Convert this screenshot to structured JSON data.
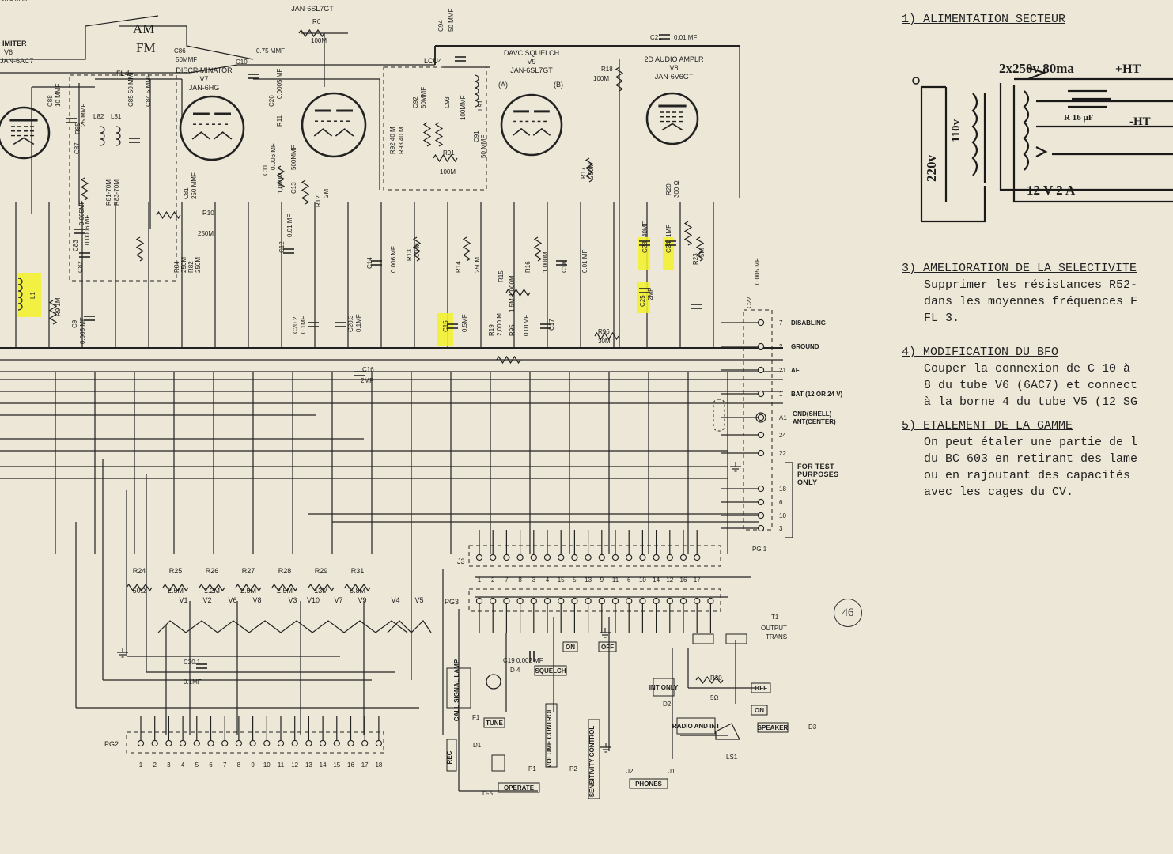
{
  "schematic": {
    "header": {
      "am": "AM",
      "fm": "FM",
      "limiter": [
        "IMITER",
        "V6",
        "JAN-6AC7"
      ],
      "discriminator": [
        "DISCRIMINATOR",
        "V7",
        "JAN-6HG"
      ],
      "tube_6sl7": "JAN-6SL7GT",
      "davc": [
        "DAVC SQUELCH",
        "V9",
        "JAN-6SL7GT"
      ],
      "audio": [
        "2D AUDIO AMPLR",
        "V8",
        "JAN-6V6GT"
      ],
      "fl4": "FL4",
      "lcu4": "LCU4"
    },
    "labels": [
      {
        "id": "c86",
        "t": "C86"
      },
      {
        "id": "c86v",
        "t": "50MMF"
      },
      {
        "id": "c10",
        "t": "C10"
      },
      {
        "id": "c10v",
        "t": "0.75 MMF"
      },
      {
        "id": "r6",
        "t": "R6"
      },
      {
        "id": "r6v",
        "t": "100M"
      },
      {
        "id": "c21",
        "t": "C21"
      },
      {
        "id": "c21v",
        "t": "0.01 MF"
      },
      {
        "id": "r18",
        "t": "R18"
      },
      {
        "id": "r18v",
        "t": "100M"
      },
      {
        "id": "c94",
        "t": "C94"
      },
      {
        "id": "c94v",
        "t": "50 MMF"
      },
      {
        "id": "c88",
        "t": "C88"
      },
      {
        "id": "c88v",
        "t": "10 MMF"
      },
      {
        "id": "r85",
        "t": "R85"
      },
      {
        "id": "l82",
        "t": "L82"
      },
      {
        "id": "l81",
        "t": "L81"
      },
      {
        "id": "c85",
        "t": "C85 50 MMF"
      },
      {
        "id": "c84",
        "t": "C84 5 MMF"
      },
      {
        "id": "c87",
        "t": "C87"
      },
      {
        "id": "c87v",
        "t": "25 MMF"
      },
      {
        "id": "r81",
        "t": "R81-70M"
      },
      {
        "id": "r83",
        "t": "R83-70M"
      },
      {
        "id": "c81",
        "t": "C81"
      },
      {
        "id": "c81v",
        "t": "250 MMF"
      },
      {
        "id": "r10",
        "t": "R10"
      },
      {
        "id": "r10v",
        "t": "250M"
      },
      {
        "id": "r84",
        "t": "R84"
      },
      {
        "id": "r84v",
        "t": "250M"
      },
      {
        "id": "r82",
        "t": "R82"
      },
      {
        "id": "r82v",
        "t": "250M"
      },
      {
        "id": "c83",
        "t": "C83"
      },
      {
        "id": "c83v",
        "t": "0.005MF"
      },
      {
        "id": "c82",
        "t": "C82"
      },
      {
        "id": "c82v",
        "t": "0.0006 MF"
      },
      {
        "id": "c11",
        "t": "C11"
      },
      {
        "id": "c11v",
        "t": "0.006 MF"
      },
      {
        "id": "c26",
        "t": "C26"
      },
      {
        "id": "c26v",
        "t": "0.0005 MF"
      },
      {
        "id": "r11",
        "t": "R11"
      },
      {
        "id": "r11v",
        "t": "1,000M"
      },
      {
        "id": "c13",
        "t": "C13"
      },
      {
        "id": "c13v",
        "t": "500MMF"
      },
      {
        "id": "r12",
        "t": "R12"
      },
      {
        "id": "r12v",
        "t": "2M"
      },
      {
        "id": "c12",
        "t": "C12"
      },
      {
        "id": "c12v",
        "t": "0.01 MF"
      },
      {
        "id": "c92",
        "t": "C92"
      },
      {
        "id": "c92v",
        "t": "50MMF"
      },
      {
        "id": "c93",
        "t": "C93"
      },
      {
        "id": "c93v",
        "t": "100MMF"
      },
      {
        "id": "l91",
        "t": "L91"
      },
      {
        "id": "r92",
        "t": "R92 40 M"
      },
      {
        "id": "r93",
        "t": "R93 40 M"
      },
      {
        "id": "r91",
        "t": "R91"
      },
      {
        "id": "r91v",
        "t": "100M"
      },
      {
        "id": "c91",
        "t": "C91"
      },
      {
        "id": "c91v",
        "t": "50 MMF"
      },
      {
        "id": "r17",
        "t": "R17"
      },
      {
        "id": "r17v",
        "t": "250M"
      },
      {
        "id": "r20",
        "t": "R20"
      },
      {
        "id": "r20v",
        "t": "300 Ω"
      },
      {
        "id": "c23",
        "t": "C23"
      },
      {
        "id": "c23v",
        "t": "40MF"
      },
      {
        "id": "c24",
        "t": "C24"
      },
      {
        "id": "c24v",
        "t": "1MF"
      },
      {
        "id": "r23",
        "t": "R23"
      },
      {
        "id": "r23v",
        "t": "5M"
      },
      {
        "id": "c22",
        "t": "C22"
      },
      {
        "id": "c22v",
        "t": "0.005 MF"
      },
      {
        "id": "c14",
        "t": "C14"
      },
      {
        "id": "c14v",
        "t": "0.006 MF"
      },
      {
        "id": "r13",
        "t": "R13"
      },
      {
        "id": "r13v",
        "t": "10 M"
      },
      {
        "id": "r14",
        "t": "R14"
      },
      {
        "id": "r14v",
        "t": "250M"
      },
      {
        "id": "r16",
        "t": "R16"
      },
      {
        "id": "r16v",
        "t": "1,000M"
      },
      {
        "id": "c18",
        "t": "C18"
      },
      {
        "id": "c18v",
        "t": "0.01 MF"
      },
      {
        "id": "r15",
        "t": "R15"
      },
      {
        "id": "r15v",
        "t": "1,000M"
      },
      {
        "id": "c25",
        "t": "C25"
      },
      {
        "id": "c25v",
        "t": "2MF"
      },
      {
        "id": "r96",
        "t": "R96"
      },
      {
        "id": "r96v",
        "t": "30M"
      },
      {
        "id": "r19",
        "t": "R19"
      },
      {
        "id": "r19v",
        "t": "2,000 M"
      },
      {
        "id": "r95",
        "t": "R95"
      },
      {
        "id": "r95v",
        "t": "1.5M"
      },
      {
        "id": "c17",
        "t": "C17"
      },
      {
        "id": "c17v",
        "t": "0.01MF"
      },
      {
        "id": "c15",
        "t": "C15"
      },
      {
        "id": "c15v",
        "t": "0.5MF"
      },
      {
        "id": "c20_2",
        "t": "C20.2"
      },
      {
        "id": "c20_2v",
        "t": "0.1MF"
      },
      {
        "id": "c20_3",
        "t": "C20.3"
      },
      {
        "id": "c20_3v",
        "t": "0.1MF"
      },
      {
        "id": "c16",
        "t": "C16"
      },
      {
        "id": "c16v",
        "t": "2MF"
      },
      {
        "id": "r9",
        "t": "R9 1M"
      },
      {
        "id": "c9",
        "t": "C9"
      },
      {
        "id": "c9v",
        "t": "0.006 MF"
      },
      {
        "id": "l1",
        "t": "L1"
      },
      {
        "id": "c20_1",
        "t": "C20.1"
      },
      {
        "id": "c20_1v",
        "t": "0.1MF"
      },
      {
        "id": "t1",
        "t": "T1"
      },
      {
        "id": "t1v",
        "t": "OUTPUT TRANS"
      },
      {
        "id": "r30",
        "t": "R30"
      },
      {
        "id": "r30v",
        "t": "5Ω"
      },
      {
        "id": "d2",
        "t": "D2"
      },
      {
        "id": "d4",
        "t": "D 4"
      },
      {
        "id": "d1",
        "t": "D1"
      },
      {
        "id": "d5",
        "t": "D-5"
      },
      {
        "id": "f1",
        "t": "F1"
      },
      {
        "id": "c19",
        "t": "C19 0.002 MF"
      },
      {
        "id": "p1",
        "t": "P1"
      },
      {
        "id": "p2",
        "t": "P2"
      },
      {
        "id": "j2",
        "t": "J2"
      },
      {
        "id": "j1",
        "t": "J1"
      },
      {
        "id": "ls1",
        "t": "LS1"
      },
      {
        "id": "d3",
        "t": "D3"
      },
      {
        "id": "pg1",
        "t": "PG 1"
      },
      {
        "id": "j3",
        "t": "J3"
      },
      {
        "id": "pg3",
        "t": "PG3"
      },
      {
        "id": "pg2",
        "t": "PG2"
      }
    ],
    "boxed": {
      "on1": "ON",
      "off1": "OFF",
      "squelch": "SQUELCH",
      "tune": "TUNE",
      "rec": "REC",
      "call": "CALL SIGNAL LAMP",
      "int_only": "INT ONLY",
      "off2": "OFF",
      "on2": "ON",
      "speaker": "SPEAKER",
      "radio_int": "RADIO AND INT",
      "operate": "OPERATE",
      "phones": "PHONES",
      "volume": "VOLUME CONTROL",
      "sensitivity": "SENSITIVITY CONTROL"
    },
    "pg1_pins": [
      {
        "n": "7",
        "label": "DISABLING"
      },
      {
        "n": "2",
        "label": "GROUND"
      },
      {
        "n": "21",
        "label": "AF"
      },
      {
        "n": "1",
        "label": "BAT (12 OR 24 V)"
      },
      {
        "n": "A1",
        "label": "GND(SHELL) ANT(CENTER)"
      },
      {
        "n": "24",
        "label": ""
      },
      {
        "n": "22",
        "label": ""
      },
      {
        "n": "18",
        "label": ""
      },
      {
        "n": "6",
        "label": ""
      },
      {
        "n": "10",
        "label": ""
      },
      {
        "n": "3",
        "label": ""
      }
    ],
    "test_purposes": "FOR TEST PURPOSES ONLY",
    "j3_pins": [
      "1",
      "2",
      "7",
      "8",
      "3",
      "4",
      "15",
      "5",
      "13",
      "9",
      "11",
      "6",
      "10",
      "14",
      "12",
      "16",
      "17"
    ],
    "pg2_pins": [
      "1",
      "2",
      "3",
      "4",
      "5",
      "6",
      "7",
      "8",
      "9",
      "10",
      "11",
      "12",
      "13",
      "14",
      "15",
      "16",
      "17",
      "18"
    ],
    "res_bank": [
      {
        "name": "R24",
        "val": "50Ω"
      },
      {
        "name": "R25",
        "val": "2.5M"
      },
      {
        "name": "R26",
        "val": "1.2M"
      },
      {
        "name": "R27",
        "val": "2.5M"
      },
      {
        "name": "R28",
        "val": "2.5M"
      },
      {
        "name": "R29",
        "val": "13M"
      },
      {
        "name": "R31",
        "val": "6.8M"
      }
    ],
    "heaters": [
      "V1",
      "V2",
      "V6",
      "V8",
      "V3",
      "V10",
      "V7",
      "V9",
      "V4",
      "V5"
    ]
  },
  "notes": {
    "n1": "1) ALIMENTATION SECTEUR",
    "n3_head": "3) AMELIORATION DE LA SELECTIVITE",
    "n3_l1": "Supprimer les résistances R52-",
    "n3_l2": "dans les moyennes fréquences F",
    "n3_l3": "FL 3.",
    "n4_head": "4) MODIFICATION DU BFO",
    "n4_l1": "Couper la connexion de C 10 à",
    "n4_l2": "8 du tube V6 (6AC7) et connect",
    "n4_l3": "à la borne 4 du tube V5 (12 SG",
    "n5_head": "5) ETALEMENT DE LA GAMME",
    "n5_l1": "On peut étaler une partie de l",
    "n5_l2": "du BC 603 en retirant des lame",
    "n5_l3": "ou en rajoutant des capacités",
    "n5_l4": "avec les cages du CV."
  },
  "sketch": {
    "spec": "2x250v 80ma",
    "ht": "+HT",
    "ht_minus": "-HT",
    "v220": "220v",
    "v110": "110v",
    "r16h": "R 16 µF",
    "out12": "12 V 2 A"
  },
  "page_number": "46",
  "highlight_color": "#f4f12a"
}
